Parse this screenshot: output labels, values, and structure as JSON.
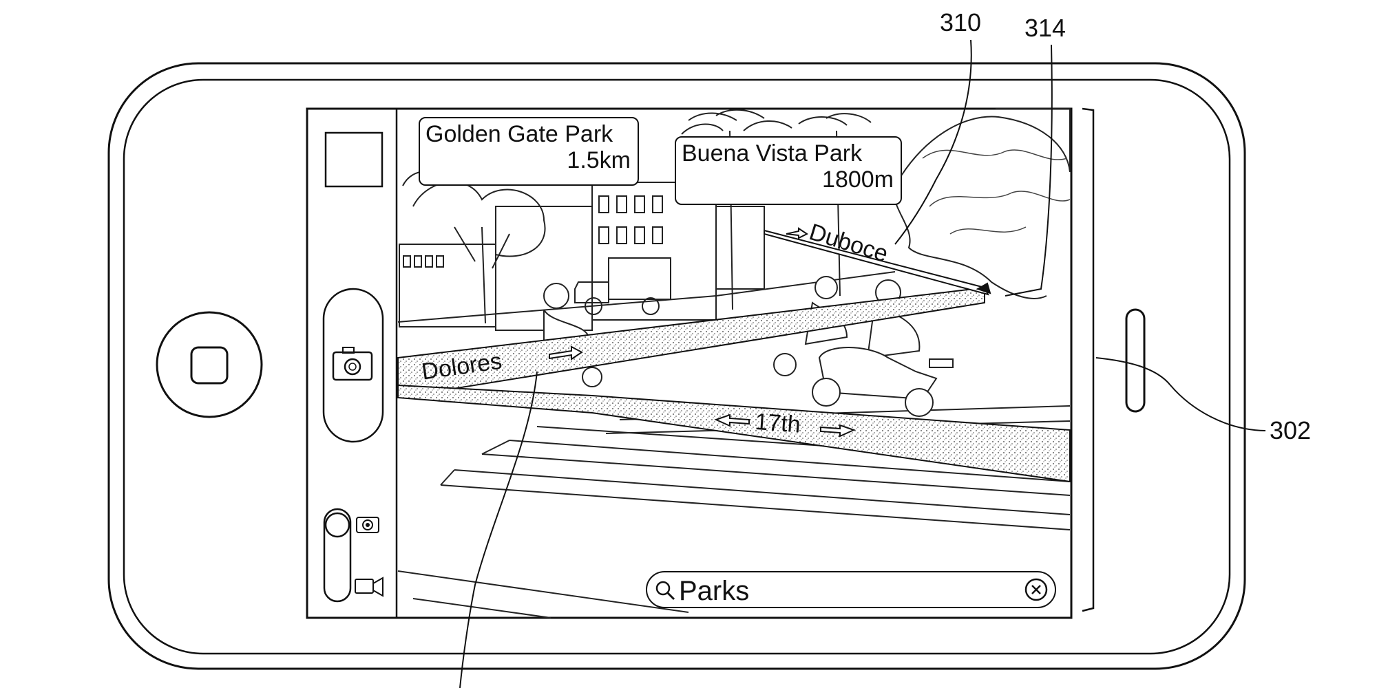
{
  "figure": {
    "reference_numerals": {
      "ref_310": "310",
      "ref_314": "314",
      "ref_302": "302"
    }
  },
  "ar_view": {
    "callouts": [
      {
        "name": "Golden Gate Park",
        "distance": "1.5km"
      },
      {
        "name": "Buena Vista Park",
        "distance": "1800m"
      }
    ],
    "streets": {
      "dolores": "Dolores",
      "duboce": "Duboce",
      "seventeenth": "17th"
    },
    "search": {
      "value": "Parks"
    }
  },
  "icons": {
    "camera": "camera-icon",
    "video": "video-camera-icon",
    "search": "search-icon",
    "clear": "clear-circle-x-icon",
    "home": "home-button"
  }
}
